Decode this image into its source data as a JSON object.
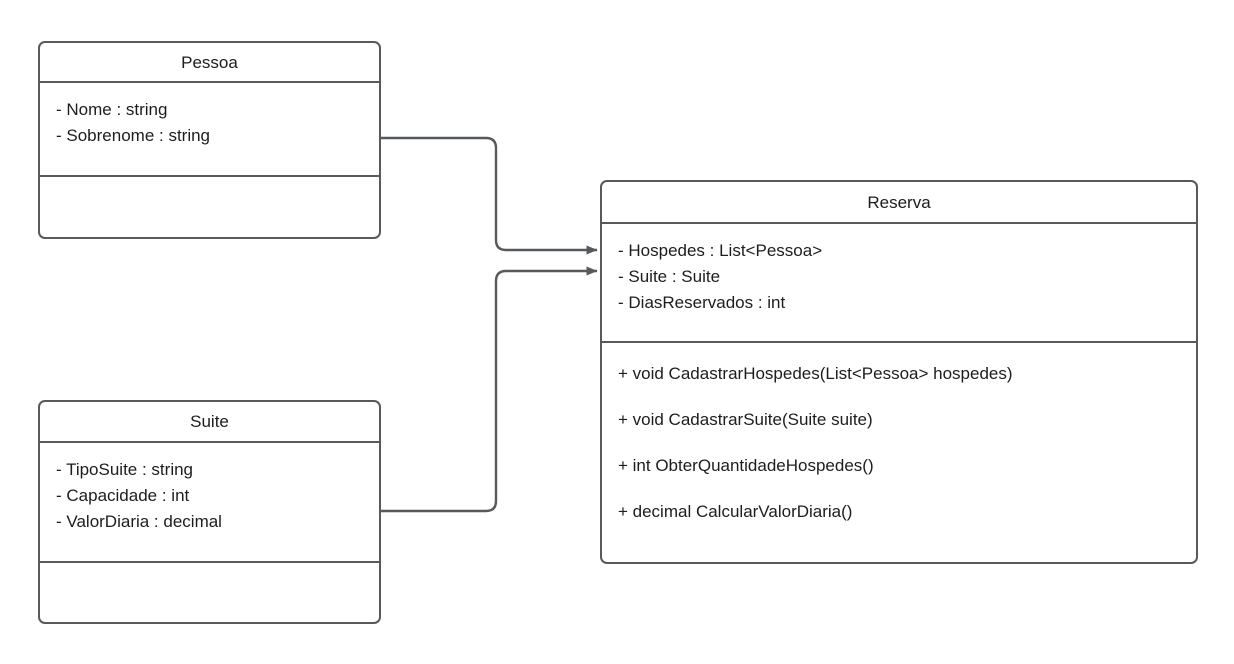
{
  "diagram": {
    "type": "uml-class-diagram",
    "background_color": "#ffffff",
    "line_color": "#57595b",
    "text_color": "#1d1d1d",
    "classes": [
      {
        "id": "pessoa",
        "name": "Pessoa",
        "attributes": [
          "- Nome : string",
          "- Sobrenome : string"
        ],
        "methods": []
      },
      {
        "id": "suite",
        "name": "Suite",
        "attributes": [
          "- TipoSuite : string",
          "- Capacidade : int",
          "- ValorDiaria : decimal"
        ],
        "methods": []
      },
      {
        "id": "reserva",
        "name": "Reserva",
        "attributes": [
          "- Hospedes : List<Pessoa>",
          "- Suite : Suite",
          "- DiasReservados : int"
        ],
        "methods": [
          "+ void CadastrarHospedes(List<Pessoa> hospedes)",
          "+ void CadastrarSuite(Suite suite)",
          "+ int ObterQuantidadeHospedes()",
          "+ decimal CalcularValorDiaria()"
        ]
      }
    ],
    "connectors": [
      {
        "id": "pessoa-to-reserva",
        "from": "pessoa",
        "to": "reserva",
        "arrow": "solid-filled-arrowhead",
        "style": "orthogonal-rounded"
      },
      {
        "id": "suite-to-reserva",
        "from": "suite",
        "to": "reserva",
        "arrow": "solid-filled-arrowhead",
        "style": "orthogonal-rounded"
      }
    ]
  }
}
